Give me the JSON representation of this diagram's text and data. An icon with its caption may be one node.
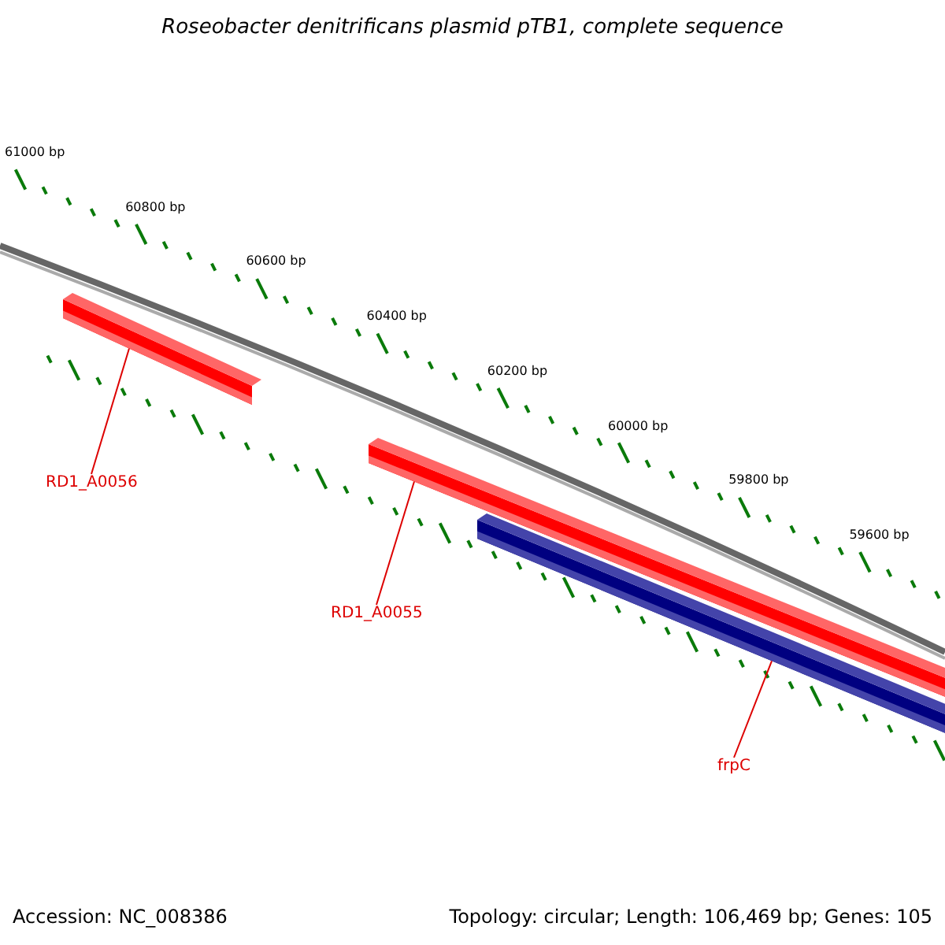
{
  "diagram": {
    "title": "Roseobacter denitrificans plasmid pTB1, complete sequence",
    "nodes": [
      {
        "text": [
          "RD1_A0056"
        ]
      },
      {
        "text": [],
        "shape": "bar"
      },
      {
        "text": [
          "RD1_A0055"
        ]
      },
      {
        "text": [],
        "shape": "bar"
      },
      {
        "text": [
          "frpC"
        ]
      },
      {
        "text": [],
        "shape": "bar"
      }
    ],
    "edges": [
      {
        "from": 0,
        "to": 1,
        "arrow": "none"
      },
      {
        "from": 2,
        "to": 3,
        "arrow": "none"
      },
      {
        "from": 4,
        "to": 5,
        "arrow": "none"
      }
    ],
    "labels": [
      "61000 bp",
      "60800 bp",
      "60600 bp",
      "60400 bp",
      "60200 bp",
      "60000 bp",
      "59800 bp",
      "59600 bp",
      "Accession: NC_008386",
      "Topology: circular; Length: 106,469 bp; Genes: 105"
    ]
  }
}
